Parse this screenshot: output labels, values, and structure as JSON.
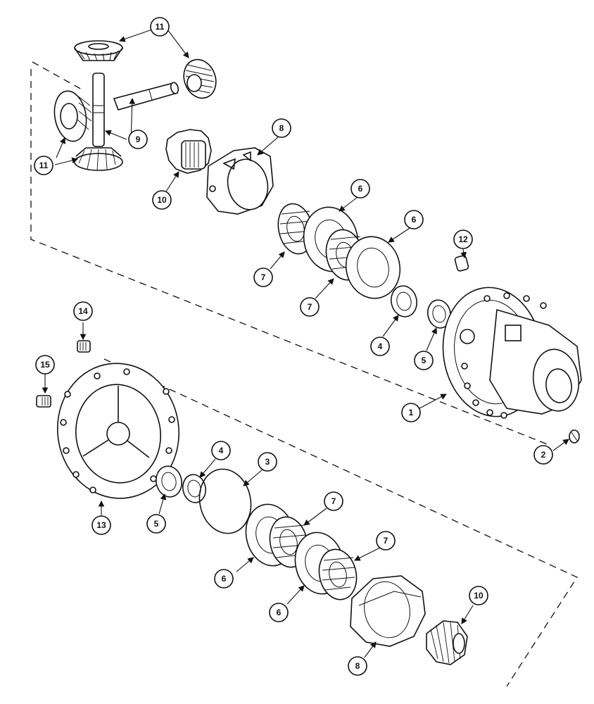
{
  "callouts": {
    "c1": "1",
    "c2": "2",
    "c3": "3",
    "c4a": "4",
    "c4b": "4",
    "c5a": "5",
    "c5b": "5",
    "c6a": "6",
    "c6b": "6",
    "c6c": "6",
    "c6d": "6",
    "c7a": "7",
    "c7b": "7",
    "c7c": "7",
    "c7d": "7",
    "c8a": "8",
    "c8b": "8",
    "c9": "9",
    "c10a": "10",
    "c10b": "10",
    "c11a": "11",
    "c11b": "11",
    "c12": "12",
    "c13": "13",
    "c14": "14",
    "c15": "15"
  },
  "colors": {
    "ink": "#111111",
    "paper": "#ffffff"
  }
}
